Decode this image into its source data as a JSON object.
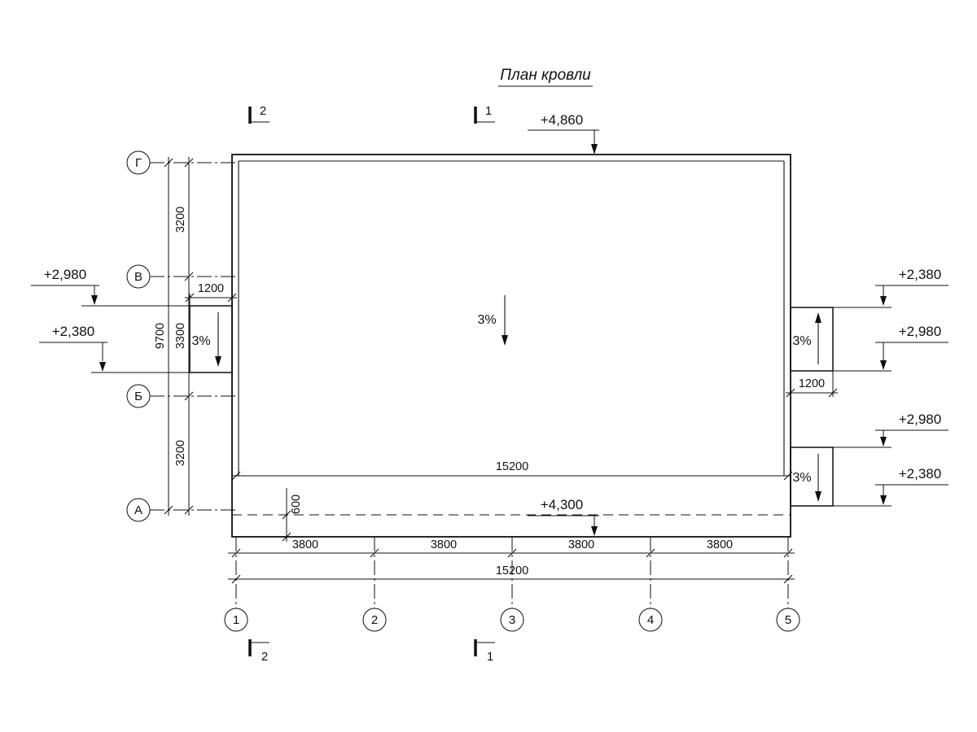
{
  "title": "План кровли",
  "section_marks": {
    "top_left": "2",
    "top_center": "1",
    "bottom_left": "2",
    "bottom_center": "1"
  },
  "grid": {
    "rows": [
      "Г",
      "В",
      "Б",
      "А"
    ],
    "cols": [
      "1",
      "2",
      "3",
      "4",
      "5"
    ]
  },
  "elevations": {
    "roof_top": "+4,860",
    "eaves_line": "+4,300",
    "left": [
      "+2,980",
      "+2,380"
    ],
    "right": [
      "+2,380",
      "+2,980",
      "+2,980",
      "+2,380"
    ]
  },
  "dimensions": {
    "left_chain": [
      "3200",
      "3300",
      "3200"
    ],
    "left_total": "9700",
    "canopy_left_width": "1200",
    "canopy_right_width": "1200",
    "roof_width_inner": "15200",
    "eaves_offset": "600",
    "bottom_chain": [
      "3800",
      "3800",
      "3800",
      "3800"
    ],
    "bottom_total": "15200"
  },
  "slopes": {
    "canopy_left": "3%",
    "main": "3%",
    "canopy_right_upper": "3%",
    "canopy_right_lower": "3%"
  },
  "colors": {
    "line": "#111111",
    "background": "#ffffff"
  }
}
